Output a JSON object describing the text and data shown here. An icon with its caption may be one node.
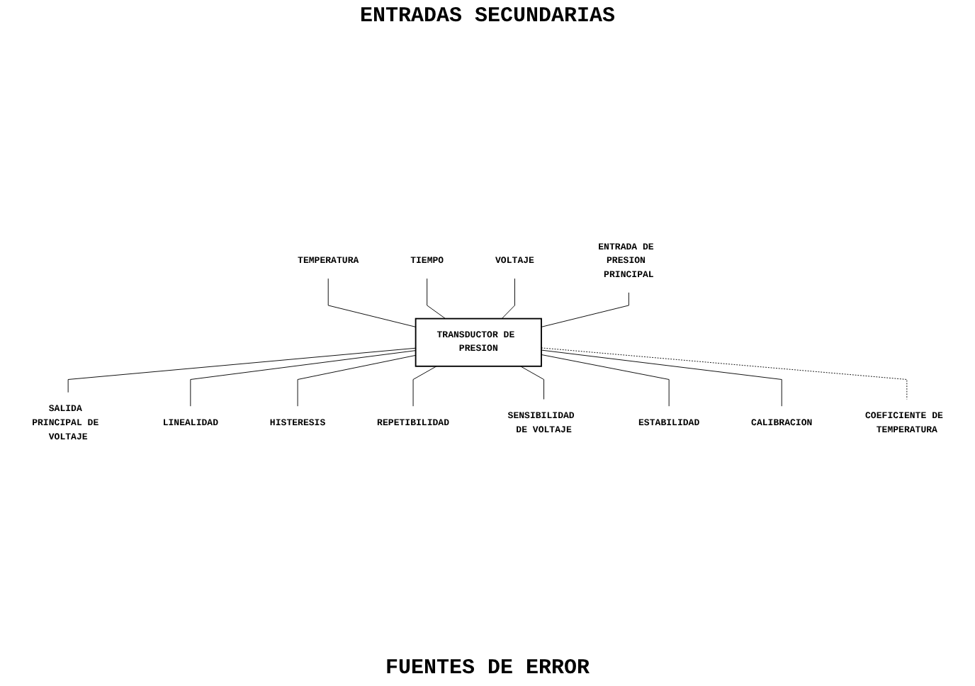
{
  "diagram": {
    "nodes": [
      {
        "text": [
          "TEMPERATURA"
        ]
      },
      {
        "text": [
          "TIEMPO"
        ]
      },
      {
        "text": [
          "VOLTAJE"
        ]
      },
      {
        "text": [
          "ENTRADA DE PRESION PRINCIPAL"
        ]
      },
      {
        "text": [
          "TRANSDUCTOR DE PRESION"
        ]
      },
      {
        "text": [
          "SALIDA PRINCIPAL DE VOLTAJE"
        ]
      },
      {
        "text": [
          "LINEALIDAD"
        ]
      },
      {
        "text": [
          "HISTERESIS"
        ]
      },
      {
        "text": [
          "REPETIBILIDAD"
        ]
      },
      {
        "text": [
          "SENSIBILIDAD DE VOLTAJE"
        ]
      },
      {
        "text": [
          "ESTABILIDAD"
        ]
      },
      {
        "text": [
          "CALIBRACION"
        ]
      },
      {
        "text": [
          "COEFICIENTE DE TEMPERATURA"
        ]
      }
    ],
    "edges": [
      {
        "from": 0,
        "to": 4,
        "arrow": "none"
      },
      {
        "from": 1,
        "to": 4,
        "arrow": "none"
      },
      {
        "from": 2,
        "to": 4,
        "arrow": "none"
      },
      {
        "from": 3,
        "to": 4,
        "arrow": "none"
      },
      {
        "from": 4,
        "to": 5,
        "arrow": "none"
      },
      {
        "from": 4,
        "to": 6,
        "arrow": "none"
      },
      {
        "from": 4,
        "to": 7,
        "arrow": "none"
      },
      {
        "from": 4,
        "to": 8,
        "arrow": "none"
      },
      {
        "from": 4,
        "to": 9,
        "arrow": "none"
      },
      {
        "from": 4,
        "to": 10,
        "arrow": "none"
      },
      {
        "from": 4,
        "to": 11,
        "arrow": "none"
      },
      {
        "from": 4,
        "to": 12,
        "arrow": "none",
        "style": "dashed"
      }
    ],
    "labels": [
      "ENTRADAS SECUNDARIAS",
      "FUENTES DE ERROR"
    ]
  }
}
